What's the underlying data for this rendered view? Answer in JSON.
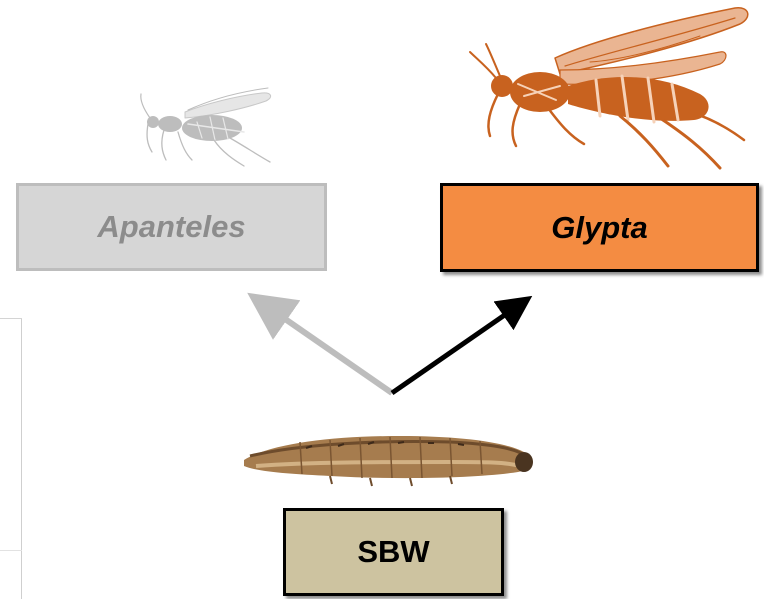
{
  "nodes": {
    "apanteles": {
      "label": "Apanteles"
    },
    "glypta": {
      "label": "Glypta"
    },
    "sbw": {
      "label": "SBW"
    }
  },
  "colors": {
    "apanteles_fill": "#d6d6d6",
    "apanteles_text": "#8c8c8c",
    "glypta_fill": "#f48c42",
    "glypta_insect": "#c8621f",
    "sbw_fill": "#cdc3a0",
    "arrow_gray": "#bdbdbd",
    "arrow_black": "#000000"
  },
  "icons": {
    "apanteles_insect": "wasp-icon",
    "glypta_insect": "wasp-icon",
    "sbw_larva": "caterpillar-icon"
  }
}
